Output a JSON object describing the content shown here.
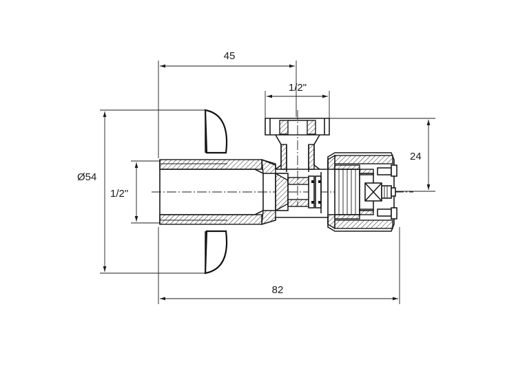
{
  "dimensions": {
    "top_length": "45",
    "outlet_thread": "1/2\"",
    "outlet_height": "24",
    "flange_diameter": "Ø54",
    "inlet_thread": "1/2\"",
    "total_length": "82"
  }
}
